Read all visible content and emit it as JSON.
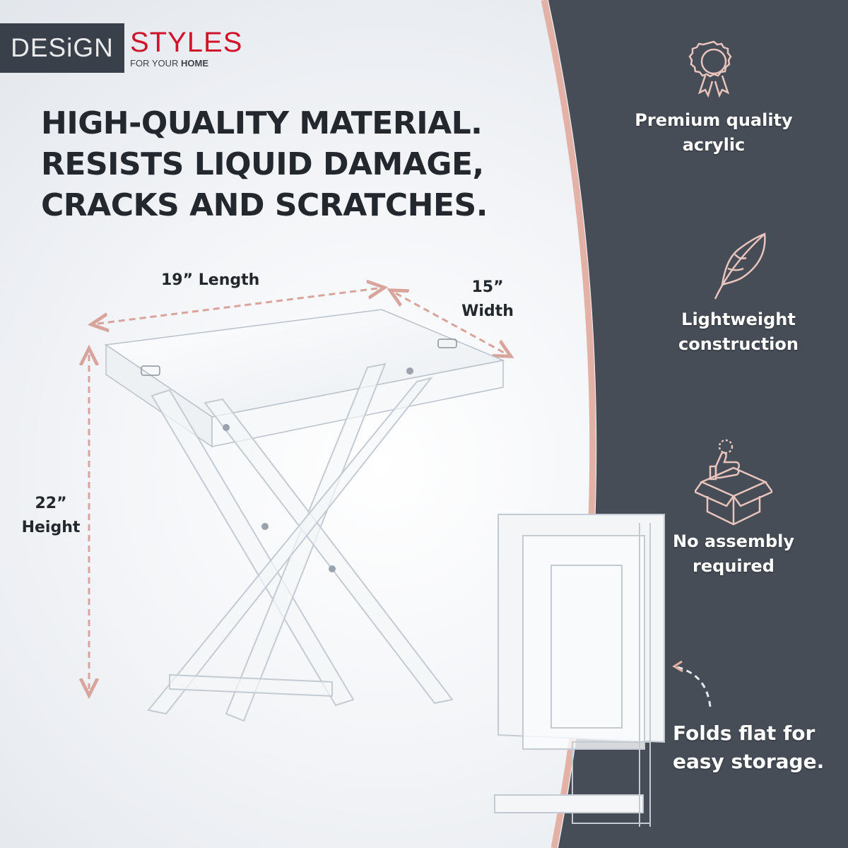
{
  "brand": {
    "logo_left": "DESiGN",
    "logo_right": "STYLES",
    "tagline_light": "FOR YOUR",
    "tagline_bold": "HOME",
    "colors": {
      "logo_box": "#3a4049",
      "logo_red": "#d0152a"
    }
  },
  "headline": {
    "line1": "HIGH-QUALITY MATERIAL.",
    "line2": "RESISTS LIQUID DAMAGE,",
    "line3": "CRACKS AND SCRATCHES."
  },
  "dimensions": {
    "length": {
      "value": "19”",
      "label": "Length"
    },
    "width": {
      "value": "15”",
      "label": "Width"
    },
    "height": {
      "value": "22”",
      "label": "Height"
    }
  },
  "features": [
    {
      "icon": "award-ribbon-icon",
      "line1": "Premium quality",
      "line2": "acrylic"
    },
    {
      "icon": "feather-icon",
      "line1": "Lightweight",
      "line2": "construction"
    },
    {
      "icon": "open-box-thumbs-up-icon",
      "line1": "No assembly",
      "line2": "required"
    }
  ],
  "folded_callout": {
    "icon": "dashed-curved-arrow-icon",
    "line1": "Folds flat for",
    "line2": "easy storage."
  },
  "colors": {
    "panel": "#474d57",
    "accent_pink": "#e8b4a8",
    "dimension_arrow": "#d9a49c",
    "headline_text": "#23282f"
  }
}
